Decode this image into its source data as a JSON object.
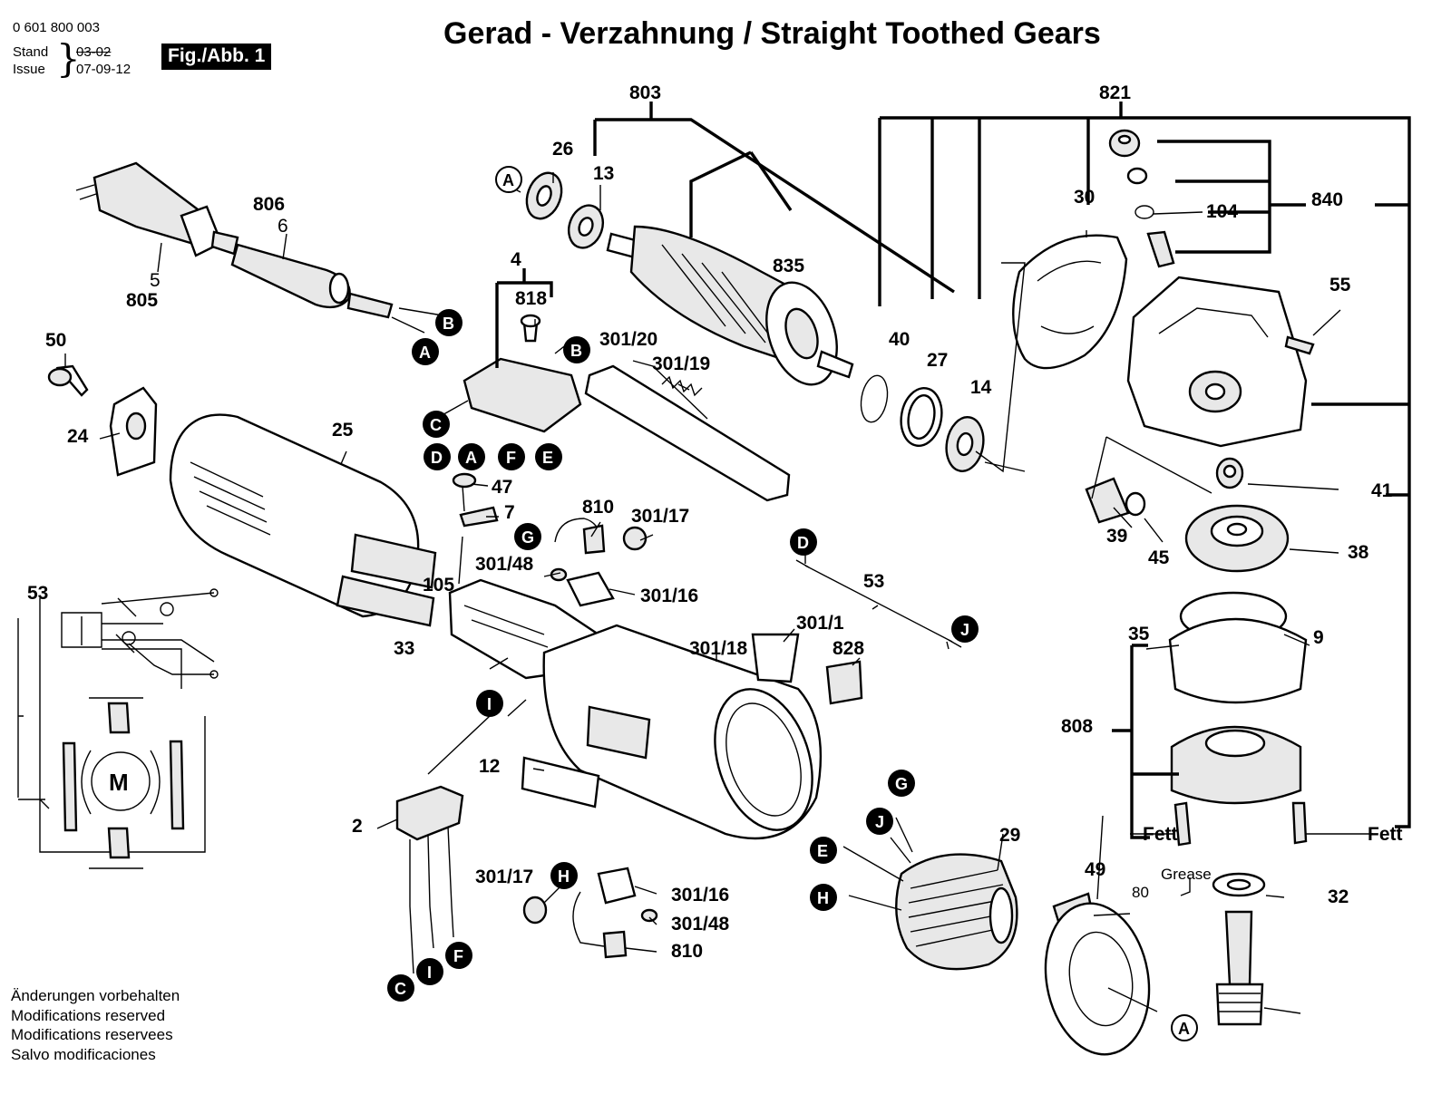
{
  "header": {
    "doc_number": "0 601 800 003",
    "stand_label": "Stand",
    "issue_label": "Issue",
    "old_date": "03-02",
    "issue_date": "07-09-12",
    "figure_badge": "Fig./Abb. 1",
    "title": "Gerad - Verzahnung / Straight Toothed Gears"
  },
  "part_numbers": [
    "803",
    "821",
    "26",
    "13",
    "806",
    "6",
    "5",
    "805",
    "835",
    "30",
    "104",
    "840",
    "4",
    "818",
    "55",
    "50",
    "301/20",
    "301/19",
    "40",
    "27",
    "14",
    "24",
    "25",
    "47",
    "7",
    "810",
    "301/17",
    "41",
    "39",
    "45",
    "38",
    "301/48",
    "301/16",
    "53",
    "105",
    "33",
    "35",
    "9",
    "301/1",
    "301/18",
    "828",
    "808",
    "12",
    "2",
    "29",
    "49",
    "Fett",
    "Grease",
    "80",
    "32"
  ],
  "connector_markers": [
    "A",
    "B",
    "C",
    "D",
    "E",
    "F",
    "G",
    "H",
    "I",
    "J"
  ],
  "wiring": {
    "part_number": "53",
    "motor_label": "M"
  },
  "notice": [
    "Änderungen vorbehalten",
    "Modifications reserved",
    "Modifications reservees",
    "Salvo modificaciones"
  ]
}
